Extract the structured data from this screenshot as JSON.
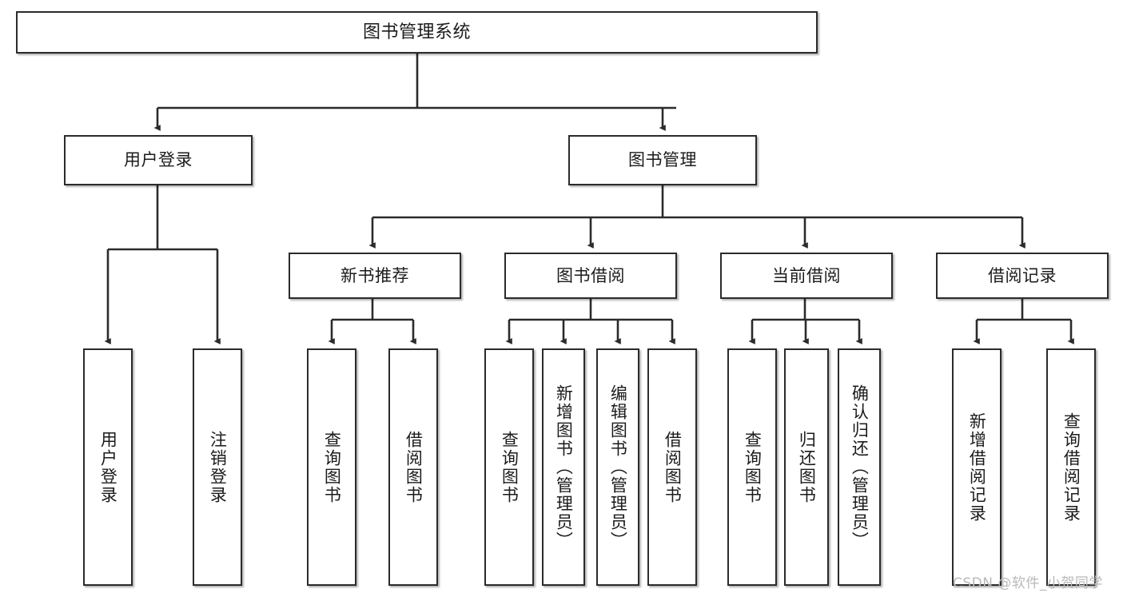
{
  "diagram": {
    "type": "tree",
    "title": "图书管理系统",
    "watermark": "CSDN @软件_小贺同学",
    "colors": {
      "box_border": "#2b2b2b",
      "box_fill": "#ffffff",
      "connector": "#2b2b2b",
      "text": "#1b1b1b",
      "watermark": "#b9b9b9",
      "background": "#ffffff"
    },
    "nodes": {
      "root": {
        "label": "图书管理系统",
        "level": 0,
        "orientation": "horizontal"
      },
      "user_login": {
        "label": "用户登录",
        "level": 1,
        "orientation": "horizontal"
      },
      "book_manage": {
        "label": "图书管理",
        "level": 1,
        "orientation": "horizontal"
      },
      "new_book_rec": {
        "label": "新书推荐",
        "level": 2,
        "orientation": "horizontal"
      },
      "book_borrow": {
        "label": "图书借阅",
        "level": 2,
        "orientation": "horizontal"
      },
      "current_borrow": {
        "label": "当前借阅",
        "level": 2,
        "orientation": "horizontal"
      },
      "borrow_record": {
        "label": "借阅记录",
        "level": 2,
        "orientation": "horizontal"
      },
      "leaf_user_login": {
        "label": "用户登录",
        "level": 3,
        "orientation": "vertical"
      },
      "leaf_logout": {
        "label": "注销登录",
        "level": 3,
        "orientation": "vertical"
      },
      "leaf_query_book_1": {
        "label": "查询图书",
        "level": 3,
        "orientation": "vertical"
      },
      "leaf_borrow_book_1": {
        "label": "借阅图书",
        "level": 3,
        "orientation": "vertical"
      },
      "leaf_query_book_2": {
        "label": "查询图书",
        "level": 3,
        "orientation": "vertical"
      },
      "leaf_add_book": {
        "label": "新增图书（管理员）",
        "level": 3,
        "orientation": "vertical"
      },
      "leaf_edit_book": {
        "label": "编辑图书（管理员）",
        "level": 3,
        "orientation": "vertical"
      },
      "leaf_borrow_book_2": {
        "label": "借阅图书",
        "level": 3,
        "orientation": "vertical"
      },
      "leaf_query_book_3": {
        "label": "查询图书",
        "level": 3,
        "orientation": "vertical"
      },
      "leaf_return_book": {
        "label": "归还图书",
        "level": 3,
        "orientation": "vertical"
      },
      "leaf_confirm_return": {
        "label": "确认归还（管理员）",
        "level": 3,
        "orientation": "vertical"
      },
      "leaf_add_record": {
        "label": "新增借阅记录",
        "level": 3,
        "orientation": "vertical"
      },
      "leaf_query_record": {
        "label": "查询借阅记录",
        "level": 3,
        "orientation": "vertical"
      }
    },
    "edges": [
      {
        "from": "root",
        "to": "user_login"
      },
      {
        "from": "root",
        "to": "book_manage"
      },
      {
        "from": "user_login",
        "to": "leaf_user_login"
      },
      {
        "from": "user_login",
        "to": "leaf_logout"
      },
      {
        "from": "book_manage",
        "to": "new_book_rec"
      },
      {
        "from": "book_manage",
        "to": "book_borrow"
      },
      {
        "from": "book_manage",
        "to": "current_borrow"
      },
      {
        "from": "book_manage",
        "to": "borrow_record"
      },
      {
        "from": "new_book_rec",
        "to": "leaf_query_book_1"
      },
      {
        "from": "new_book_rec",
        "to": "leaf_borrow_book_1"
      },
      {
        "from": "book_borrow",
        "to": "leaf_query_book_2"
      },
      {
        "from": "book_borrow",
        "to": "leaf_add_book"
      },
      {
        "from": "book_borrow",
        "to": "leaf_edit_book"
      },
      {
        "from": "book_borrow",
        "to": "leaf_borrow_book_2"
      },
      {
        "from": "current_borrow",
        "to": "leaf_query_book_3"
      },
      {
        "from": "current_borrow",
        "to": "leaf_return_book"
      },
      {
        "from": "current_borrow",
        "to": "leaf_confirm_return"
      },
      {
        "from": "borrow_record",
        "to": "leaf_add_record"
      },
      {
        "from": "borrow_record",
        "to": "leaf_query_record"
      }
    ]
  }
}
